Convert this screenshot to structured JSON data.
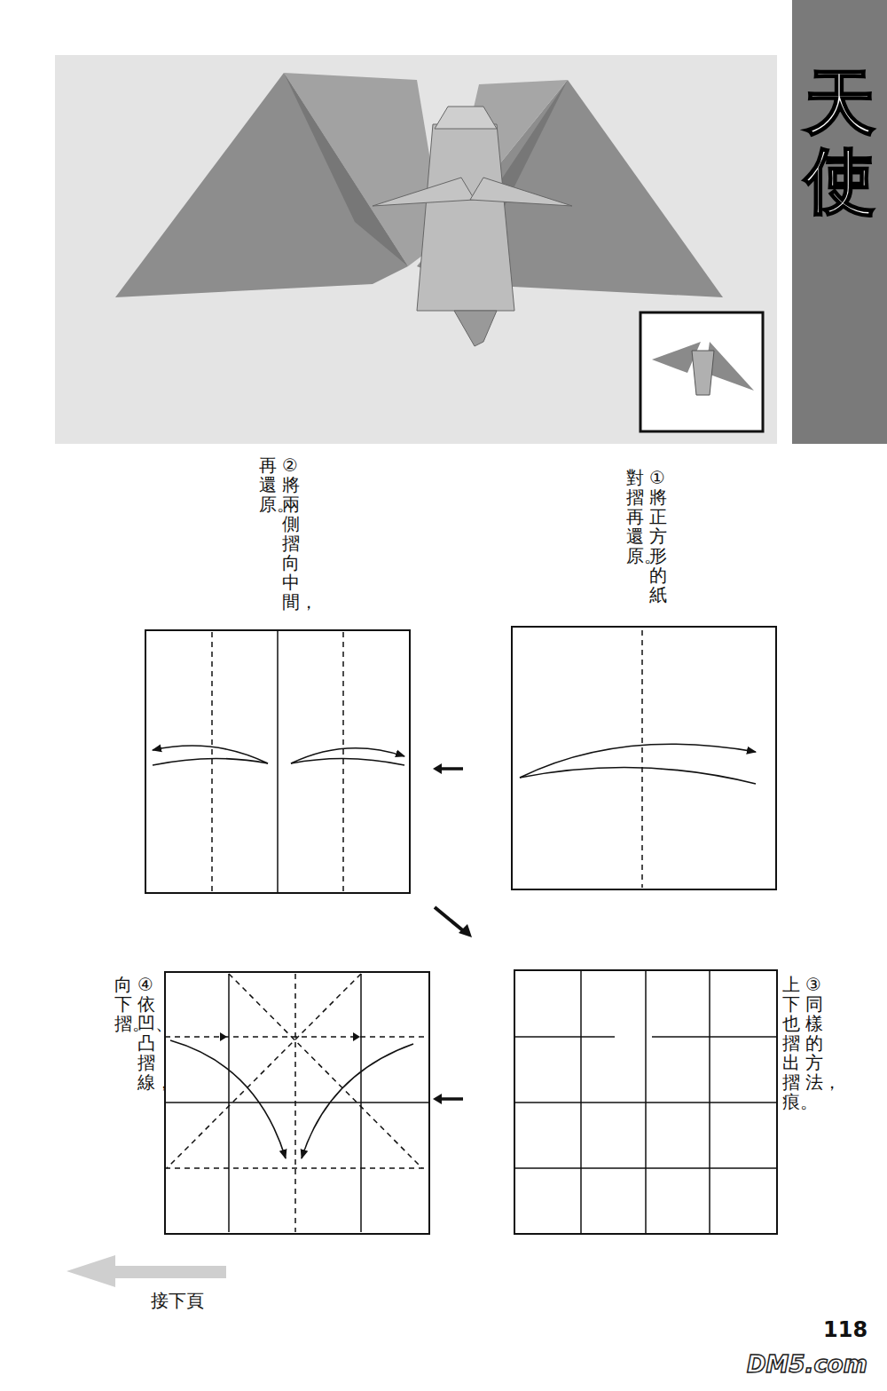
{
  "diagram": {
    "title": "天使",
    "labels": [
      "①將正方形的紙 對摺再還原。",
      "②將兩側摺向中間， 再還原。",
      "③同樣的方法， 上下也摺出摺痕。",
      "④依凹、凸摺線， 向下摺。",
      "接下頁",
      "118",
      "DM5.com"
    ]
  }
}
